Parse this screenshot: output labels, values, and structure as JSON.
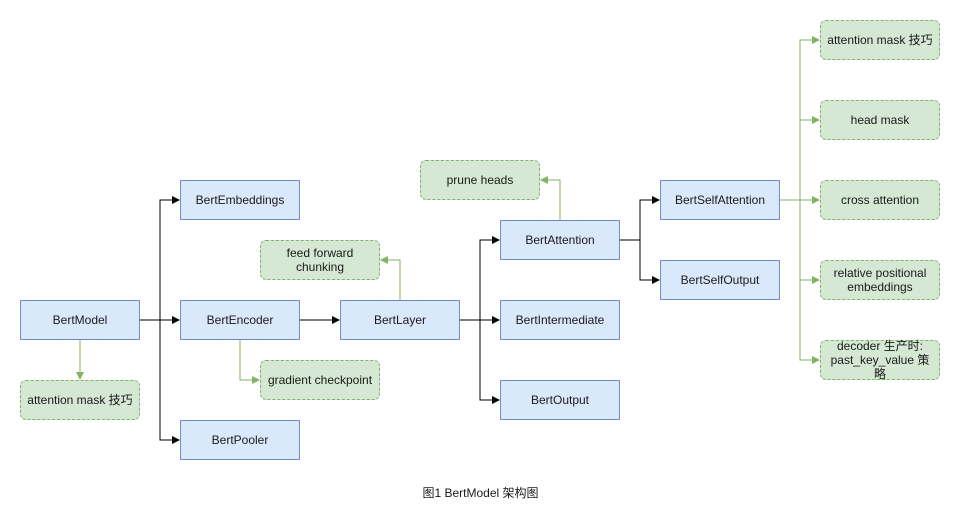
{
  "nodes": {
    "bert_model": "BertModel",
    "bert_embeddings": "BertEmbeddings",
    "bert_encoder": "BertEncoder",
    "bert_pooler": "BertPooler",
    "attention_mask_left": "attention mask 技巧",
    "feed_forward_chunking": "feed forward\nchunking",
    "gradient_checkpoint": "gradient checkpoint",
    "bert_layer": "BertLayer",
    "prune_heads": "prune heads",
    "bert_attention": "BertAttention",
    "bert_intermediate": "BertIntermediate",
    "bert_output": "BertOutput",
    "bert_self_attention": "BertSelfAttention",
    "bert_self_output": "BertSelfOutput",
    "attention_mask_right": "attention mask 技巧",
    "head_mask": "head mask",
    "cross_attention": "cross attention",
    "relative_positional_embeddings": "relative positional\nembeddings",
    "decoder_strategy": "decoder 生产时:\npast_key_value 策略"
  },
  "caption": "图1 BertModel 架构图",
  "colors": {
    "blue_fill": "#dae8fc",
    "blue_stroke": "#6c8ebf",
    "green_fill": "#d5e8d4",
    "green_stroke": "#82b366",
    "black_edge": "#000000",
    "green_edge": "#82b366"
  }
}
